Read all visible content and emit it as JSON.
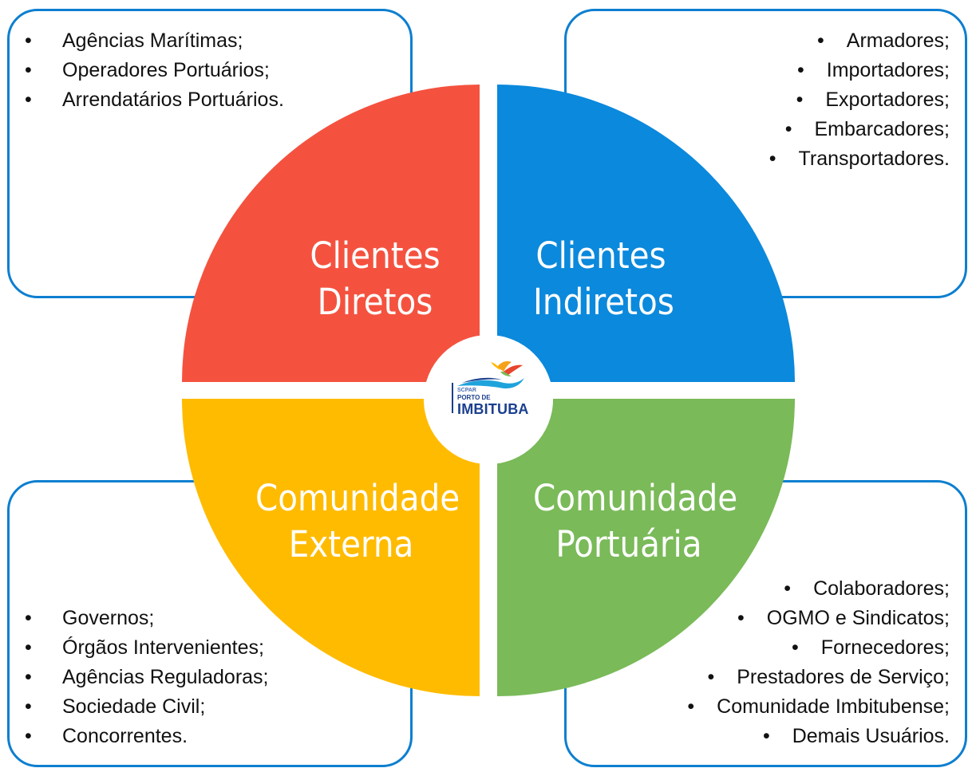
{
  "quadrants": {
    "top_left": {
      "line1": "Clientes",
      "line2": "Diretos",
      "color": "#f4523f"
    },
    "top_right": {
      "line1": "Clientes",
      "line2": "Indiretos",
      "color": "#0b89dc"
    },
    "bottom_left": {
      "line1": "Comunidade",
      "line2": "Externa",
      "color": "#ffbb00"
    },
    "bottom_right": {
      "line1": "Comunidade",
      "line2": "Portuária",
      "color": "#7aba59"
    }
  },
  "lists": {
    "top_left": [
      "Agências Marítimas;",
      "Operadores Portuários;",
      "Arrendatários Portuários."
    ],
    "top_right": [
      "Armadores;",
      "Importadores;",
      "Exportadores;",
      "Embarcadores;",
      "Transportadores."
    ],
    "bottom_left": [
      "Governos;",
      "Órgãos Intervenientes;",
      "Agências Reguladoras;",
      "Sociedade Civil;",
      "Concorrentes."
    ],
    "bottom_right": [
      "Colaboradores;",
      "OGMO e Sindicatos;",
      "Fornecedores;",
      "Prestadores de Serviço;",
      "Comunidade Imbitubense;",
      "Demais Usuários."
    ]
  },
  "logo": {
    "line1": "SCPAR",
    "line2": "PORTO DE",
    "line3": "IMBITUBA"
  },
  "colors": {
    "box_border": "#0d7fd0",
    "text": "#111111"
  }
}
